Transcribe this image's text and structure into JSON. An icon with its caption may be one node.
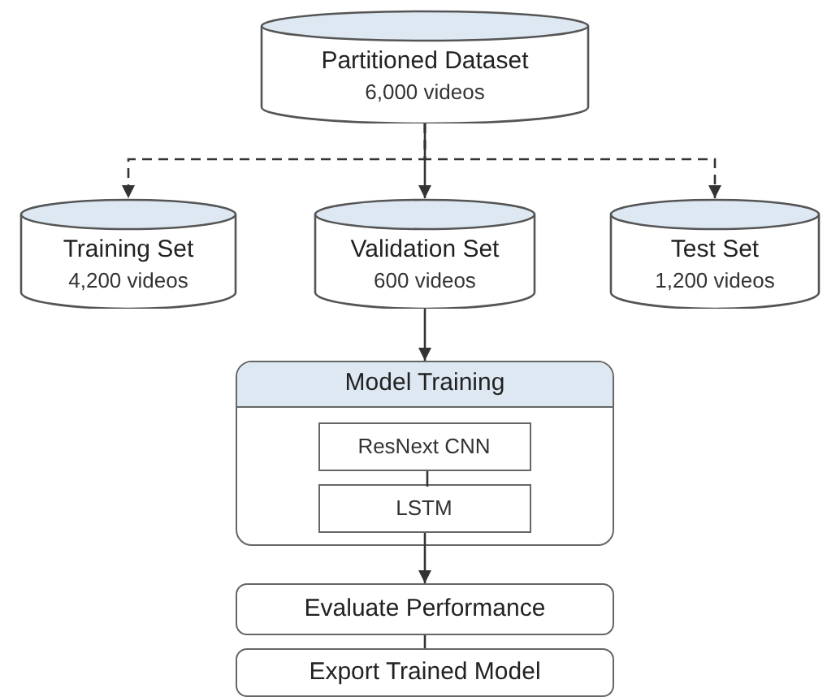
{
  "diagram": {
    "nodes": [
      {
        "text": [
          "Partitioned Dataset",
          "6,000 videos"
        ]
      },
      {
        "text": [
          "Training Set",
          "4,200 videos"
        ]
      },
      {
        "text": [
          "Validation Set",
          "600 videos"
        ]
      },
      {
        "text": [
          "Test Set",
          "1,200 videos"
        ]
      },
      {
        "text": [
          "Model Training"
        ]
      },
      {
        "text": [
          "ResNext CNN"
        ],
        "in": 4
      },
      {
        "text": [
          "LSTM"
        ],
        "in": 4
      },
      {
        "text": [
          "Evaluate Performance"
        ]
      },
      {
        "text": [
          "Export Trained Model"
        ]
      }
    ],
    "edges": [
      {
        "from": 0,
        "to": 1,
        "arrow": "to",
        "style": "dashed"
      },
      {
        "from": 0,
        "to": 2,
        "arrow": "to"
      },
      {
        "from": 0,
        "to": 3,
        "arrow": "to",
        "style": "dashed"
      },
      {
        "from": 2,
        "to": 4,
        "arrow": "to"
      },
      {
        "from": 5,
        "to": 6,
        "arrow": "none"
      },
      {
        "from": 6,
        "to": 7,
        "arrow": "to"
      },
      {
        "from": 7,
        "to": 8,
        "arrow": "none"
      }
    ]
  }
}
